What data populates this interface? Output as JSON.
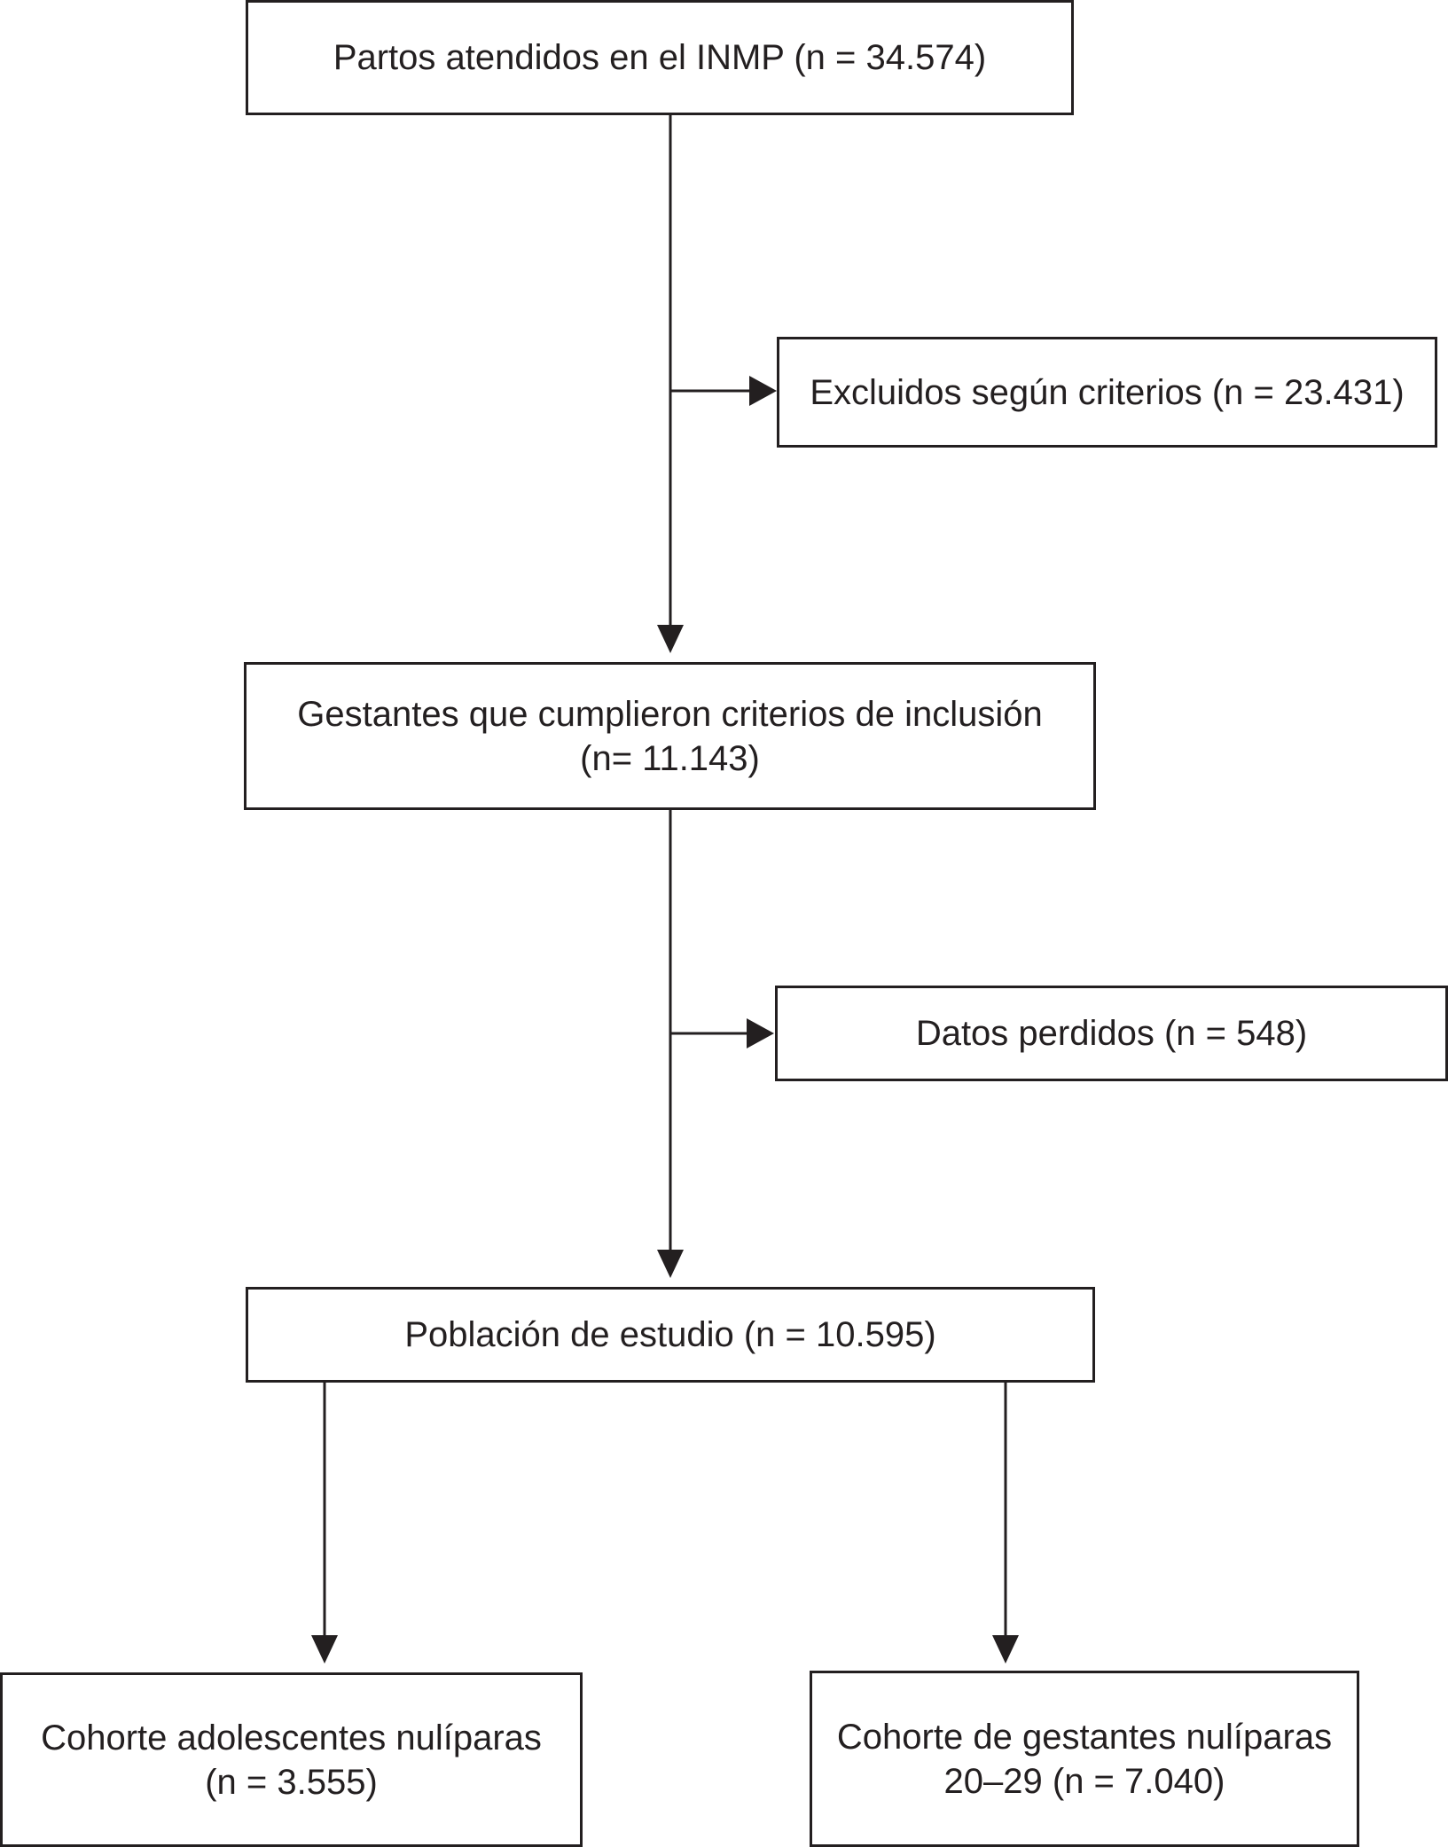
{
  "flow": {
    "total_births": {
      "line1": "Partos atendidos en el INMP (n = 34.574)"
    },
    "excluded": {
      "line1": "Excluidos según criterios (n = 23.431)"
    },
    "eligible": {
      "line1": "Gestantes que cumplieron criterios de inclusión",
      "line2": "(n= 11.143)"
    },
    "missing": {
      "line1": "Datos perdidos (n = 548)"
    },
    "study_population": {
      "line1": "Población de estudio (n = 10.595)"
    },
    "cohort_adolescents": {
      "line1": "Cohorte adolescentes nulíparas",
      "line2": "(n = 3.555)"
    },
    "cohort_adults": {
      "line1": "Cohorte de gestantes nulíparas",
      "line2": "20–29 (n = 7.040)"
    }
  },
  "colors": {
    "stroke": "#231f20",
    "background": "#ffffff"
  }
}
